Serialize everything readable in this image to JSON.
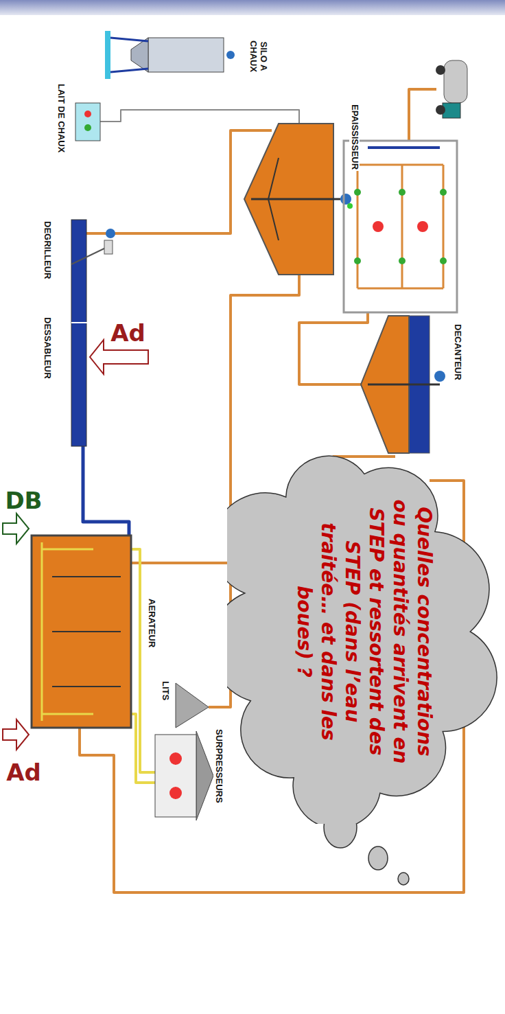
{
  "diagram": {
    "nodes": [
      {
        "text": [
          "Quelles concentrations ou quantités arrivent en STEP et ressortent des STEP (dans l’eau traitée… et dans les boues) ?"
        ]
      }
    ],
    "labels": [
      "SILO A CHAUX",
      "LAIT DE CHAUX",
      "EPAISSISSEUR",
      "DECANTEUR",
      "LITS",
      "SURPRESSEURS",
      "AERATEUR",
      "DEGRILLEUR",
      "DESSABLEUR",
      "Ad",
      "Ad",
      "DB"
    ]
  }
}
